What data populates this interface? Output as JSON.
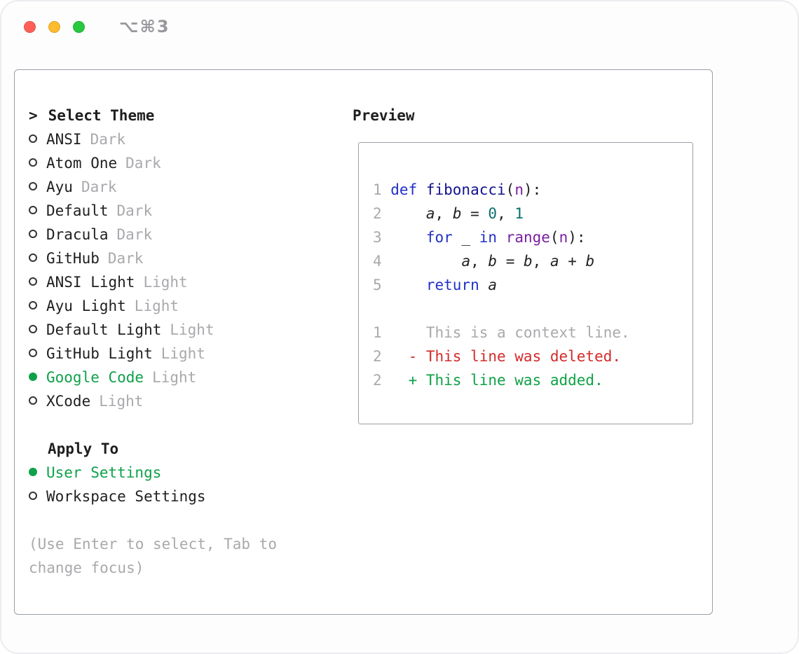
{
  "window": {
    "shortcut": "⌥⌘3"
  },
  "menu": {
    "cursor": ">",
    "title": "Select Theme",
    "items": [
      {
        "name": "ANSI",
        "variant": "Dark",
        "selected": false
      },
      {
        "name": "Atom One",
        "variant": "Dark",
        "selected": false
      },
      {
        "name": "Ayu",
        "variant": "Dark",
        "selected": false
      },
      {
        "name": "Default",
        "variant": "Dark",
        "selected": false
      },
      {
        "name": "Dracula",
        "variant": "Dark",
        "selected": false
      },
      {
        "name": "GitHub",
        "variant": "Dark",
        "selected": false
      },
      {
        "name": "ANSI Light",
        "variant": "Light",
        "selected": false
      },
      {
        "name": "Ayu Light",
        "variant": "Light",
        "selected": false
      },
      {
        "name": "Default Light",
        "variant": "Light",
        "selected": false
      },
      {
        "name": "GitHub Light",
        "variant": "Light",
        "selected": false
      },
      {
        "name": "Google Code",
        "variant": "Light",
        "selected": true
      },
      {
        "name": "XCode",
        "variant": "Light",
        "selected": false
      }
    ],
    "apply_to": {
      "title": "Apply To",
      "options": [
        {
          "label": "User Settings",
          "selected": true
        },
        {
          "label": "Workspace Settings",
          "selected": false
        }
      ]
    },
    "hint": "(Use Enter to select, Tab to change focus)"
  },
  "preview": {
    "title": "Preview",
    "code_lines": [
      {
        "num": "1",
        "tokens": [
          {
            "t": "def ",
            "c": "kw"
          },
          {
            "t": "fibonacci",
            "c": "fn"
          },
          {
            "t": "(",
            "c": "pln"
          },
          {
            "t": "n",
            "c": "typ"
          },
          {
            "t": "):",
            "c": "pln"
          }
        ]
      },
      {
        "num": "2",
        "tokens": [
          {
            "t": "    ",
            "c": "pln"
          },
          {
            "t": "a",
            "c": "var"
          },
          {
            "t": ", ",
            "c": "pln"
          },
          {
            "t": "b",
            "c": "var"
          },
          {
            "t": " = ",
            "c": "pln"
          },
          {
            "t": "0",
            "c": "lit"
          },
          {
            "t": ", ",
            "c": "pln"
          },
          {
            "t": "1",
            "c": "lit"
          }
        ]
      },
      {
        "num": "3",
        "tokens": [
          {
            "t": "    ",
            "c": "pln"
          },
          {
            "t": "for",
            "c": "kw"
          },
          {
            "t": " _ ",
            "c": "pln"
          },
          {
            "t": "in",
            "c": "kw"
          },
          {
            "t": " ",
            "c": "pln"
          },
          {
            "t": "range",
            "c": "typ"
          },
          {
            "t": "(",
            "c": "pln"
          },
          {
            "t": "n",
            "c": "typ"
          },
          {
            "t": "):",
            "c": "pln"
          }
        ]
      },
      {
        "num": "4",
        "tokens": [
          {
            "t": "        ",
            "c": "pln"
          },
          {
            "t": "a",
            "c": "var"
          },
          {
            "t": ", ",
            "c": "pln"
          },
          {
            "t": "b",
            "c": "var"
          },
          {
            "t": " = ",
            "c": "pln"
          },
          {
            "t": "b",
            "c": "var"
          },
          {
            "t": ", ",
            "c": "pln"
          },
          {
            "t": "a",
            "c": "var"
          },
          {
            "t": " + ",
            "c": "pln"
          },
          {
            "t": "b",
            "c": "var"
          }
        ]
      },
      {
        "num": "5",
        "tokens": [
          {
            "t": "    ",
            "c": "pln"
          },
          {
            "t": "return",
            "c": "kw"
          },
          {
            "t": " ",
            "c": "pln"
          },
          {
            "t": "a",
            "c": "var"
          }
        ]
      }
    ],
    "diff_lines": [
      {
        "num": "1",
        "text": "    This is a context line.",
        "type": "context"
      },
      {
        "num": "2",
        "text": "  - This line was deleted.",
        "type": "deleted"
      },
      {
        "num": "2",
        "text": "  + This line was added.",
        "type": "added"
      }
    ]
  },
  "colors": {
    "accent_green": "#0fa14a",
    "diff_added": "#0fa146",
    "diff_deleted": "#d42a2a",
    "muted_gray": "#a9a9ad",
    "keyword_blue": "#2230c8",
    "function_navy": "#12128f",
    "type_purple": "#7b1fa2",
    "literal_teal": "#0a6e6e",
    "traffic_red": "#ff5f57",
    "traffic_yellow": "#febc2e",
    "traffic_green": "#28c840"
  }
}
